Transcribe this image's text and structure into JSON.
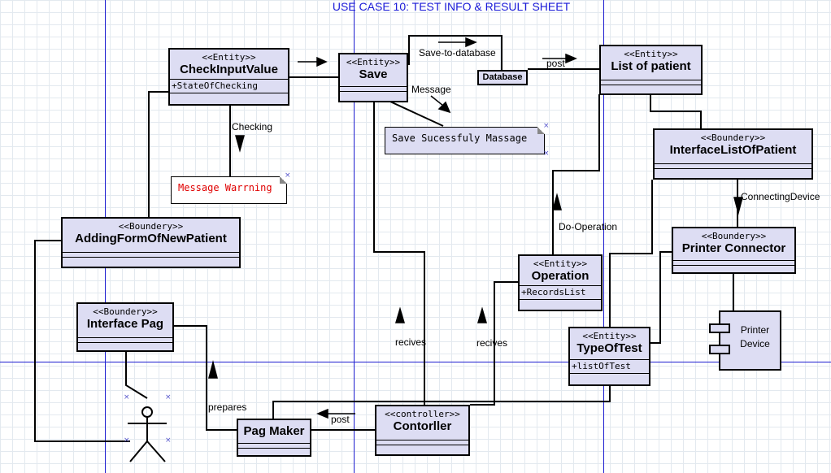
{
  "title": "USE CASE 10: TEST INFO & RESULT SHEET",
  "classes": {
    "check_input_value": {
      "stereotype": "<<Entity>>",
      "name": "CheckInputValue",
      "attribute": "+StateOfChecking"
    },
    "save": {
      "stereotype": "<<Entity>>",
      "name": "Save"
    },
    "list_of_patient": {
      "stereotype": "<<Entity>>",
      "name": "List of patient"
    },
    "interface_list_of_patient": {
      "stereotype": "<<Boundery>>",
      "name": "InterfaceListOfPatient"
    },
    "adding_form": {
      "stereotype": "<<Boundery>>",
      "name": "AddingFormOfNewPatient"
    },
    "interface_pag": {
      "stereotype": "<<Boundery>>",
      "name": "Interface Pag"
    },
    "printer_connector": {
      "stereotype": "<<Boundery>>",
      "name": "Printer Connector"
    },
    "operation": {
      "stereotype": "<<Entity>>",
      "name": "Operation",
      "attribute": "+RecordsList"
    },
    "type_of_test": {
      "stereotype": "<<Entity>>",
      "name": "TypeOfTest",
      "attribute": "+listOfTest"
    },
    "controller": {
      "stereotype": "<<controller>>",
      "name": "Contorller"
    },
    "pag_maker": {
      "name": "Pag Maker"
    }
  },
  "notes": {
    "save_successful": "Save Sucessfuly Massage",
    "message_warning": "Message Warrning"
  },
  "database_label": "Database",
  "device": {
    "line1": "Printer",
    "line2": "Device"
  },
  "labels": {
    "save_to_database": "Save-to-database",
    "post_top": "post",
    "message": "Message",
    "checking": "Checking",
    "connecting_device": "ConnectingDevice",
    "do_operation": "Do-Operation",
    "recives_1": "recives",
    "recives_2": "recives",
    "prepares": "prepares",
    "post_bottom": "post"
  },
  "colors": {
    "class_fill": "#ddddf3",
    "guide_line": "#1c1cd0",
    "title": "#1a1ad8",
    "warning_text": "#e00000"
  }
}
